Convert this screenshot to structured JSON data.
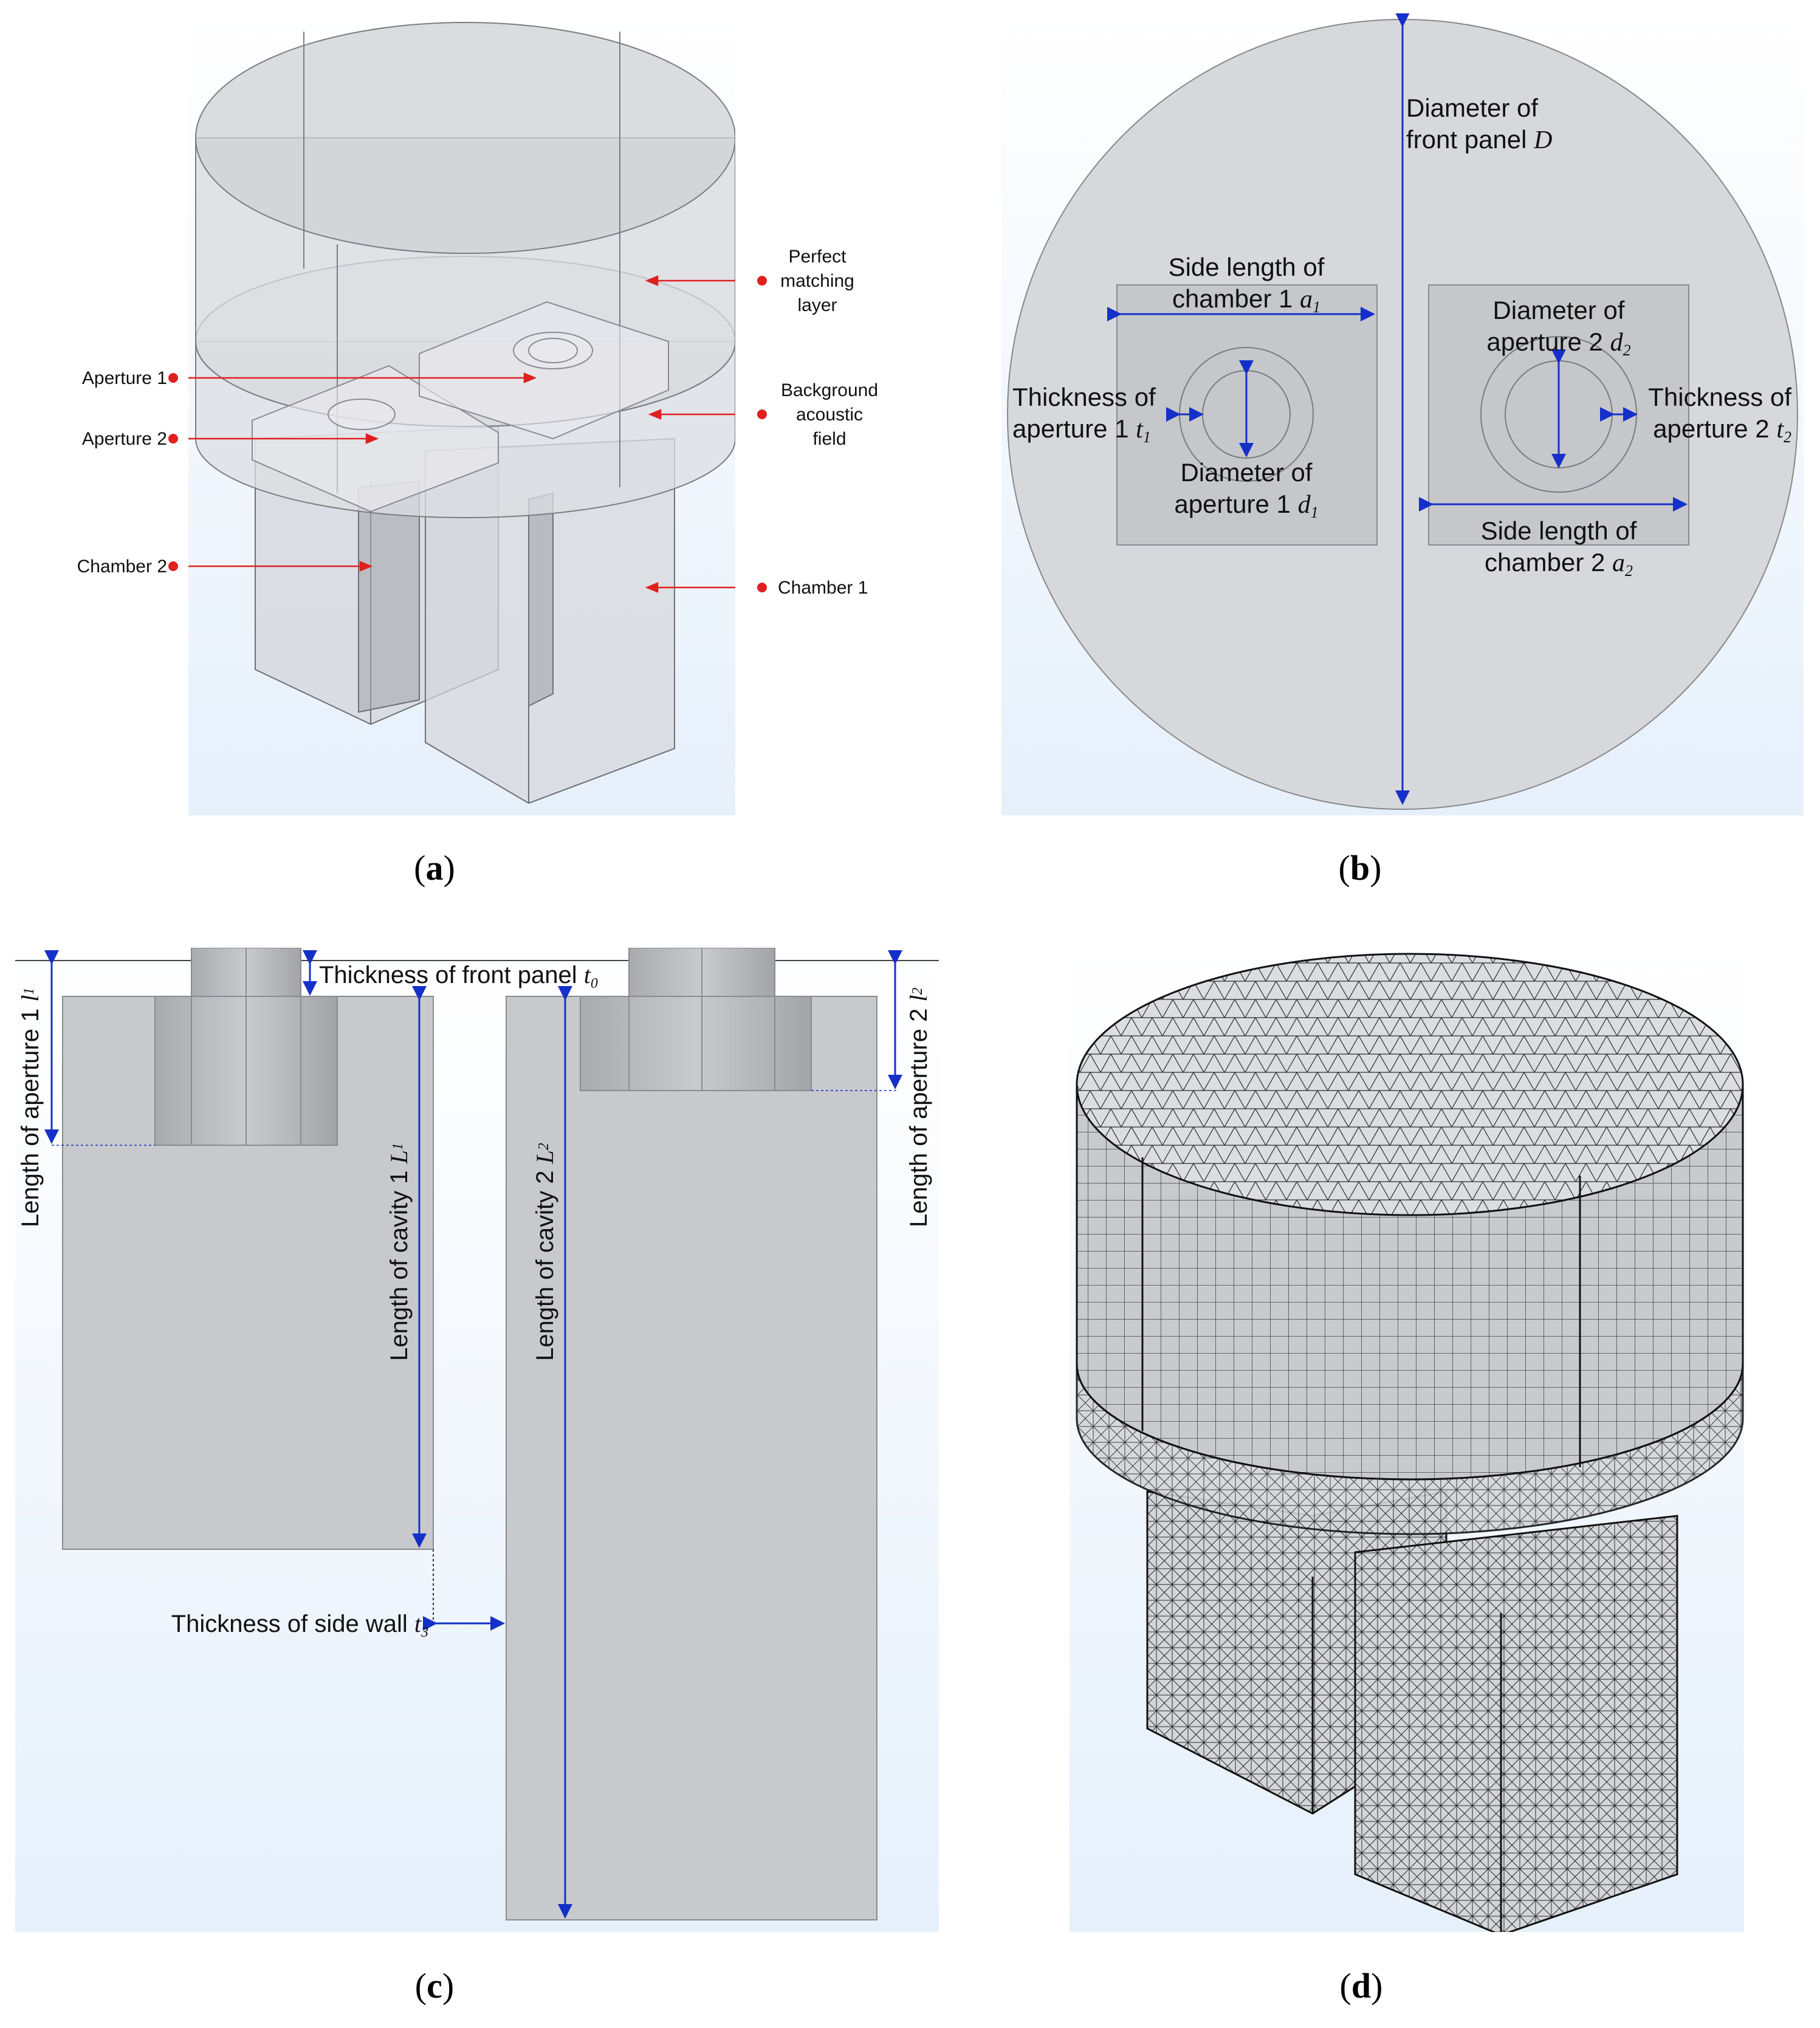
{
  "captions": {
    "a": "a",
    "b": "b",
    "c": "c",
    "d": "d"
  },
  "panel_a": {
    "labels": {
      "pml": [
        "Perfect",
        "matching",
        "layer"
      ],
      "background": [
        "Background",
        "acoustic",
        "field"
      ],
      "aperture1": "Aperture 1",
      "aperture2": "Aperture 2",
      "chamber2": "Chamber 2",
      "chamber1": "Chamber 1"
    }
  },
  "panel_b": {
    "diameter_front": [
      "Diameter of",
      "front panel"
    ],
    "diameter_front_sym": "D",
    "side1": [
      "Side length of",
      "chamber 1"
    ],
    "side1_sym": "a",
    "side1_sub": "1",
    "diam_ap2": [
      "Diameter of",
      "aperture 2"
    ],
    "diam_ap2_sym": "d",
    "diam_ap2_sub": "2",
    "thick_ap1": [
      "Thickness of",
      "aperture 1"
    ],
    "thick_ap1_sym": "t",
    "thick_ap1_sub": "1",
    "diam_ap1": [
      "Diameter of",
      "aperture 1"
    ],
    "diam_ap1_sym": "d",
    "diam_ap1_sub": "1",
    "thick_ap2": [
      "Thickness of",
      "aperture 2"
    ],
    "thick_ap2_sym": "t",
    "thick_ap2_sub": "2",
    "side2": [
      "Side length of",
      "chamber 2"
    ],
    "side2_sym": "a",
    "side2_sub": "2"
  },
  "panel_c": {
    "front_panel": "Thickness of front panel",
    "front_panel_sym": "t",
    "front_panel_sub": "0",
    "len_ap1": "Length of aperture 1",
    "len_ap1_sym": "l",
    "len_ap1_sub": "1",
    "len_cav1": "Length of cavity 1",
    "len_cav1_sym": "L",
    "len_cav1_sub": "1",
    "len_cav2": "Length of cavity 2",
    "len_cav2_sym": "L",
    "len_cav2_sub": "2",
    "len_ap2": "Length of aperture 2",
    "len_ap2_sym": "l",
    "len_ap2_sub": "2",
    "side_wall": "Thickness of side wall",
    "side_wall_sym": "t",
    "side_wall_sub": "3"
  },
  "colors": {
    "arrow_blue": "#1530c8",
    "leader_red": "#e01f1f",
    "body_gray": "#c8c8cc"
  }
}
